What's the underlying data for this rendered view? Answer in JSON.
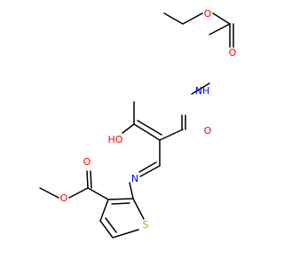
{
  "diagram": {
    "type": "chemical-structure",
    "colors": {
      "bond": "#000000",
      "oxygen": "#ff0000",
      "nitrogen": "#0000ff",
      "sulfur": "#b2b200",
      "background": "#ffffff"
    },
    "labels": {
      "o_ester_ether": "O",
      "o_carbamate_carbonyl": "O",
      "nh": "NH",
      "o_amide": "O",
      "ho": "HO",
      "n_imine": "N",
      "o_methylester_carbonyl": "O",
      "o_methylester_ether": "O",
      "s_thiophene": "S"
    }
  }
}
